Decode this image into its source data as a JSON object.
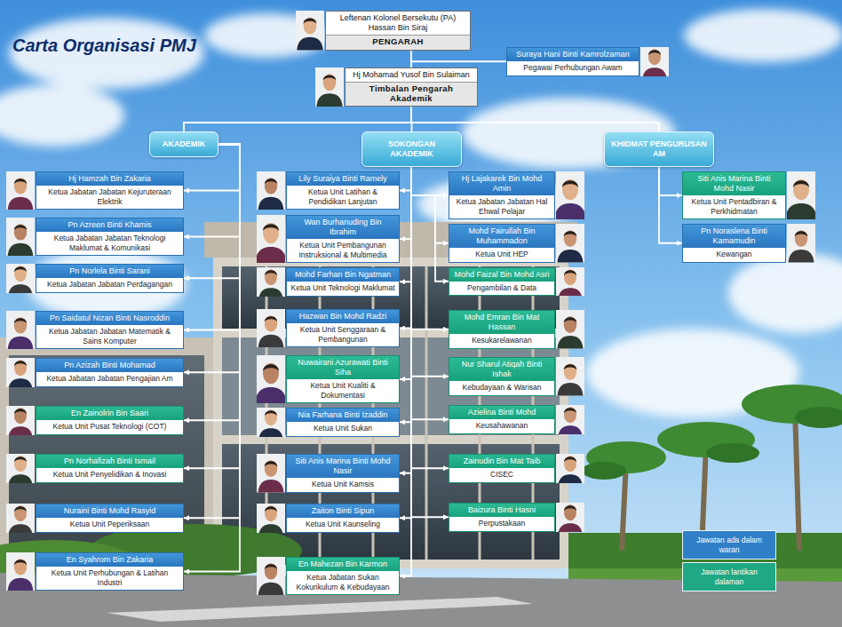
{
  "diagram": {
    "title": "Carta Organisasi PMJ",
    "nodes": [
      {
        "text": [
          "Leftenan Kolonel Bersekutu (PA) Hassan Bin Siraj",
          "PENGARAH"
        ]
      },
      {
        "text": [
          "Suraya Hani Binti Kamrolzaman",
          "Pegawai Perhubungan Awam"
        ]
      },
      {
        "text": [
          "Hj Mohamad Yusof Bin Sulaiman",
          "Timbalan Pengarah Akademik"
        ]
      },
      {
        "text": [
          "AKADEMIK"
        ]
      },
      {
        "text": [
          "SOKONGAN AKADEMIK"
        ]
      },
      {
        "text": [
          "KHIDMAT PENGURUSAN AM"
        ]
      },
      {
        "text": [
          "Hj Hamzah Bin Zakaria",
          "Ketua Jabatan Jabatan Kejuruteraan Elektrik"
        ]
      },
      {
        "text": [
          "Pn Azreen Binti Khamis",
          "Ketua Jabatan Jabatan Teknologi Maklumat & Komunikasi"
        ]
      },
      {
        "text": [
          "Pn Norlela Binti Sarani",
          "Ketua Jabatan Jabatan Perdagangan"
        ]
      },
      {
        "text": [
          "Pn Saidatul Nizan Binti Nasroddin",
          "Ketua Jabatan Jabatan Matematik & Sains Komputer"
        ]
      },
      {
        "text": [
          "Pn Azizah Binti Mohamad",
          "Ketua Jabatan Jabatan Pengajian Am"
        ]
      },
      {
        "text": [
          "En Zainolrin Bin Saari",
          "Ketua Unit Pusat Teknologi (COT)"
        ]
      },
      {
        "text": [
          "Pn Norhafizah Binti Ismail",
          "Ketua Unit Penyelidikan & Inovasi"
        ]
      },
      {
        "text": [
          "Nuraini Binti Mohd Rasyid",
          "Ketua Unit Peperiksaan"
        ]
      },
      {
        "text": [
          "En Syahrom Bin Zakaria",
          "Ketua Unit Perhubungan & Latihan Industri"
        ]
      },
      {
        "text": [
          "Lily Suraiya Binti Ramely",
          "Ketua Unit Latihan & Pendidikan Lanjutan"
        ]
      },
      {
        "text": [
          "Wan Burhanuding Bin Ibrahim",
          "Ketua Unit Pembangunan Instruksional & Multimedia"
        ]
      },
      {
        "text": [
          "Mohd Farhan Bin Ngatman",
          "Ketua Unit Teknologi Maklumat"
        ]
      },
      {
        "text": [
          "Hazwan Bin Mohd Radzi",
          "Ketua Unit Senggaraan & Pembangunan"
        ]
      },
      {
        "text": [
          "Nuwairani Azurawati Binti Siha",
          "Ketua Unit Kualiti & Dokumentasi"
        ]
      },
      {
        "text": [
          "Nia Farhana Binti Izaddin",
          "Ketua Unit Sukan"
        ]
      },
      {
        "text": [
          "Siti Anis Marina Binti Mohd Nasir",
          "Ketua Unit Kamsis"
        ]
      },
      {
        "text": [
          "Zaiton Binti Sipun",
          "Ketua Unit Kaunseling"
        ]
      },
      {
        "text": [
          "En Mahezan Bin Karmon",
          "Ketua Jabatan Sukan Kokurikulum & Kebudayaan"
        ]
      },
      {
        "text": [
          "Hj Lajakarek Bin Mohd Amin",
          "Ketua Jabatan Jabatan Hal Ehwal Pelajar"
        ]
      },
      {
        "text": [
          "Mohd Fairullah Bin Muhammadon",
          "Ketua Unit HEP"
        ]
      },
      {
        "text": [
          "Mohd Faizal Bin Mohd Asri",
          "Pengambilan & Data"
        ]
      },
      {
        "text": [
          "Mohd Emran Bin Mat Hassan",
          "Kesukarelawanan"
        ]
      },
      {
        "text": [
          "Nur Sharul Atiqah Binti Ishak",
          "Kebudayaan & Warisan"
        ]
      },
      {
        "text": [
          "Azielina Binti Mohd",
          "Keusahawanan"
        ]
      },
      {
        "text": [
          "Zainudin Bin Mat Taib",
          "CISEC"
        ]
      },
      {
        "text": [
          "Baizura Binti Hasni",
          "Perpustakaan"
        ]
      },
      {
        "text": [
          "Siti Anis Marina Binti Mohd Nasir",
          "Ketua Unit Pentadbiran & Perkhidmatan"
        ]
      },
      {
        "text": [
          "Pn Noraslena Binti Kamamudin",
          "Kewangan"
        ]
      }
    ],
    "edges": [
      {
        "from": 0,
        "to": 2,
        "arrow": "none"
      },
      {
        "from": 0,
        "to": 1,
        "arrow": "none"
      },
      {
        "from": 2,
        "to": 3,
        "arrow": "none"
      },
      {
        "from": 2,
        "to": 4,
        "arrow": "none"
      },
      {
        "from": 2,
        "to": 5,
        "arrow": "none"
      },
      {
        "from": 3,
        "to": 6,
        "arrow": "to"
      },
      {
        "from": 3,
        "to": 7,
        "arrow": "to"
      },
      {
        "from": 3,
        "to": 8,
        "arrow": "to"
      },
      {
        "from": 3,
        "to": 9,
        "arrow": "to"
      },
      {
        "from": 3,
        "to": 10,
        "arrow": "to"
      },
      {
        "from": 3,
        "to": 11,
        "arrow": "to"
      },
      {
        "from": 3,
        "to": 12,
        "arrow": "to"
      },
      {
        "from": 3,
        "to": 13,
        "arrow": "to"
      },
      {
        "from": 3,
        "to": 14,
        "arrow": "to"
      },
      {
        "from": 4,
        "to": 15,
        "arrow": "to"
      },
      {
        "from": 4,
        "to": 16,
        "arrow": "to"
      },
      {
        "from": 4,
        "to": 17,
        "arrow": "to"
      },
      {
        "from": 4,
        "to": 18,
        "arrow": "to"
      },
      {
        "from": 4,
        "to": 19,
        "arrow": "to"
      },
      {
        "from": 4,
        "to": 20,
        "arrow": "to"
      },
      {
        "from": 4,
        "to": 21,
        "arrow": "to"
      },
      {
        "from": 4,
        "to": 22,
        "arrow": "to"
      },
      {
        "from": 4,
        "to": 23,
        "arrow": "to"
      },
      {
        "from": 4,
        "to": 24,
        "arrow": "to"
      },
      {
        "from": 24,
        "to": 25,
        "arrow": "to"
      },
      {
        "from": 24,
        "to": 26,
        "arrow": "to"
      },
      {
        "from": 4,
        "to": 27,
        "arrow": "to"
      },
      {
        "from": 4,
        "to": 28,
        "arrow": "to"
      },
      {
        "from": 4,
        "to": 29,
        "arrow": "to"
      },
      {
        "from": 4,
        "to": 30,
        "arrow": "to"
      },
      {
        "from": 4,
        "to": 31,
        "arrow": "to"
      },
      {
        "from": 5,
        "to": 32,
        "arrow": "to"
      },
      {
        "from": 5,
        "to": 33,
        "arrow": "to"
      }
    ],
    "legend": [
      {
        "text": "Jawatan ada dalam waran",
        "color": "#2f80c7"
      },
      {
        "text": "Jawatan lantikan dalaman",
        "color": "#1ea883"
      }
    ]
  }
}
